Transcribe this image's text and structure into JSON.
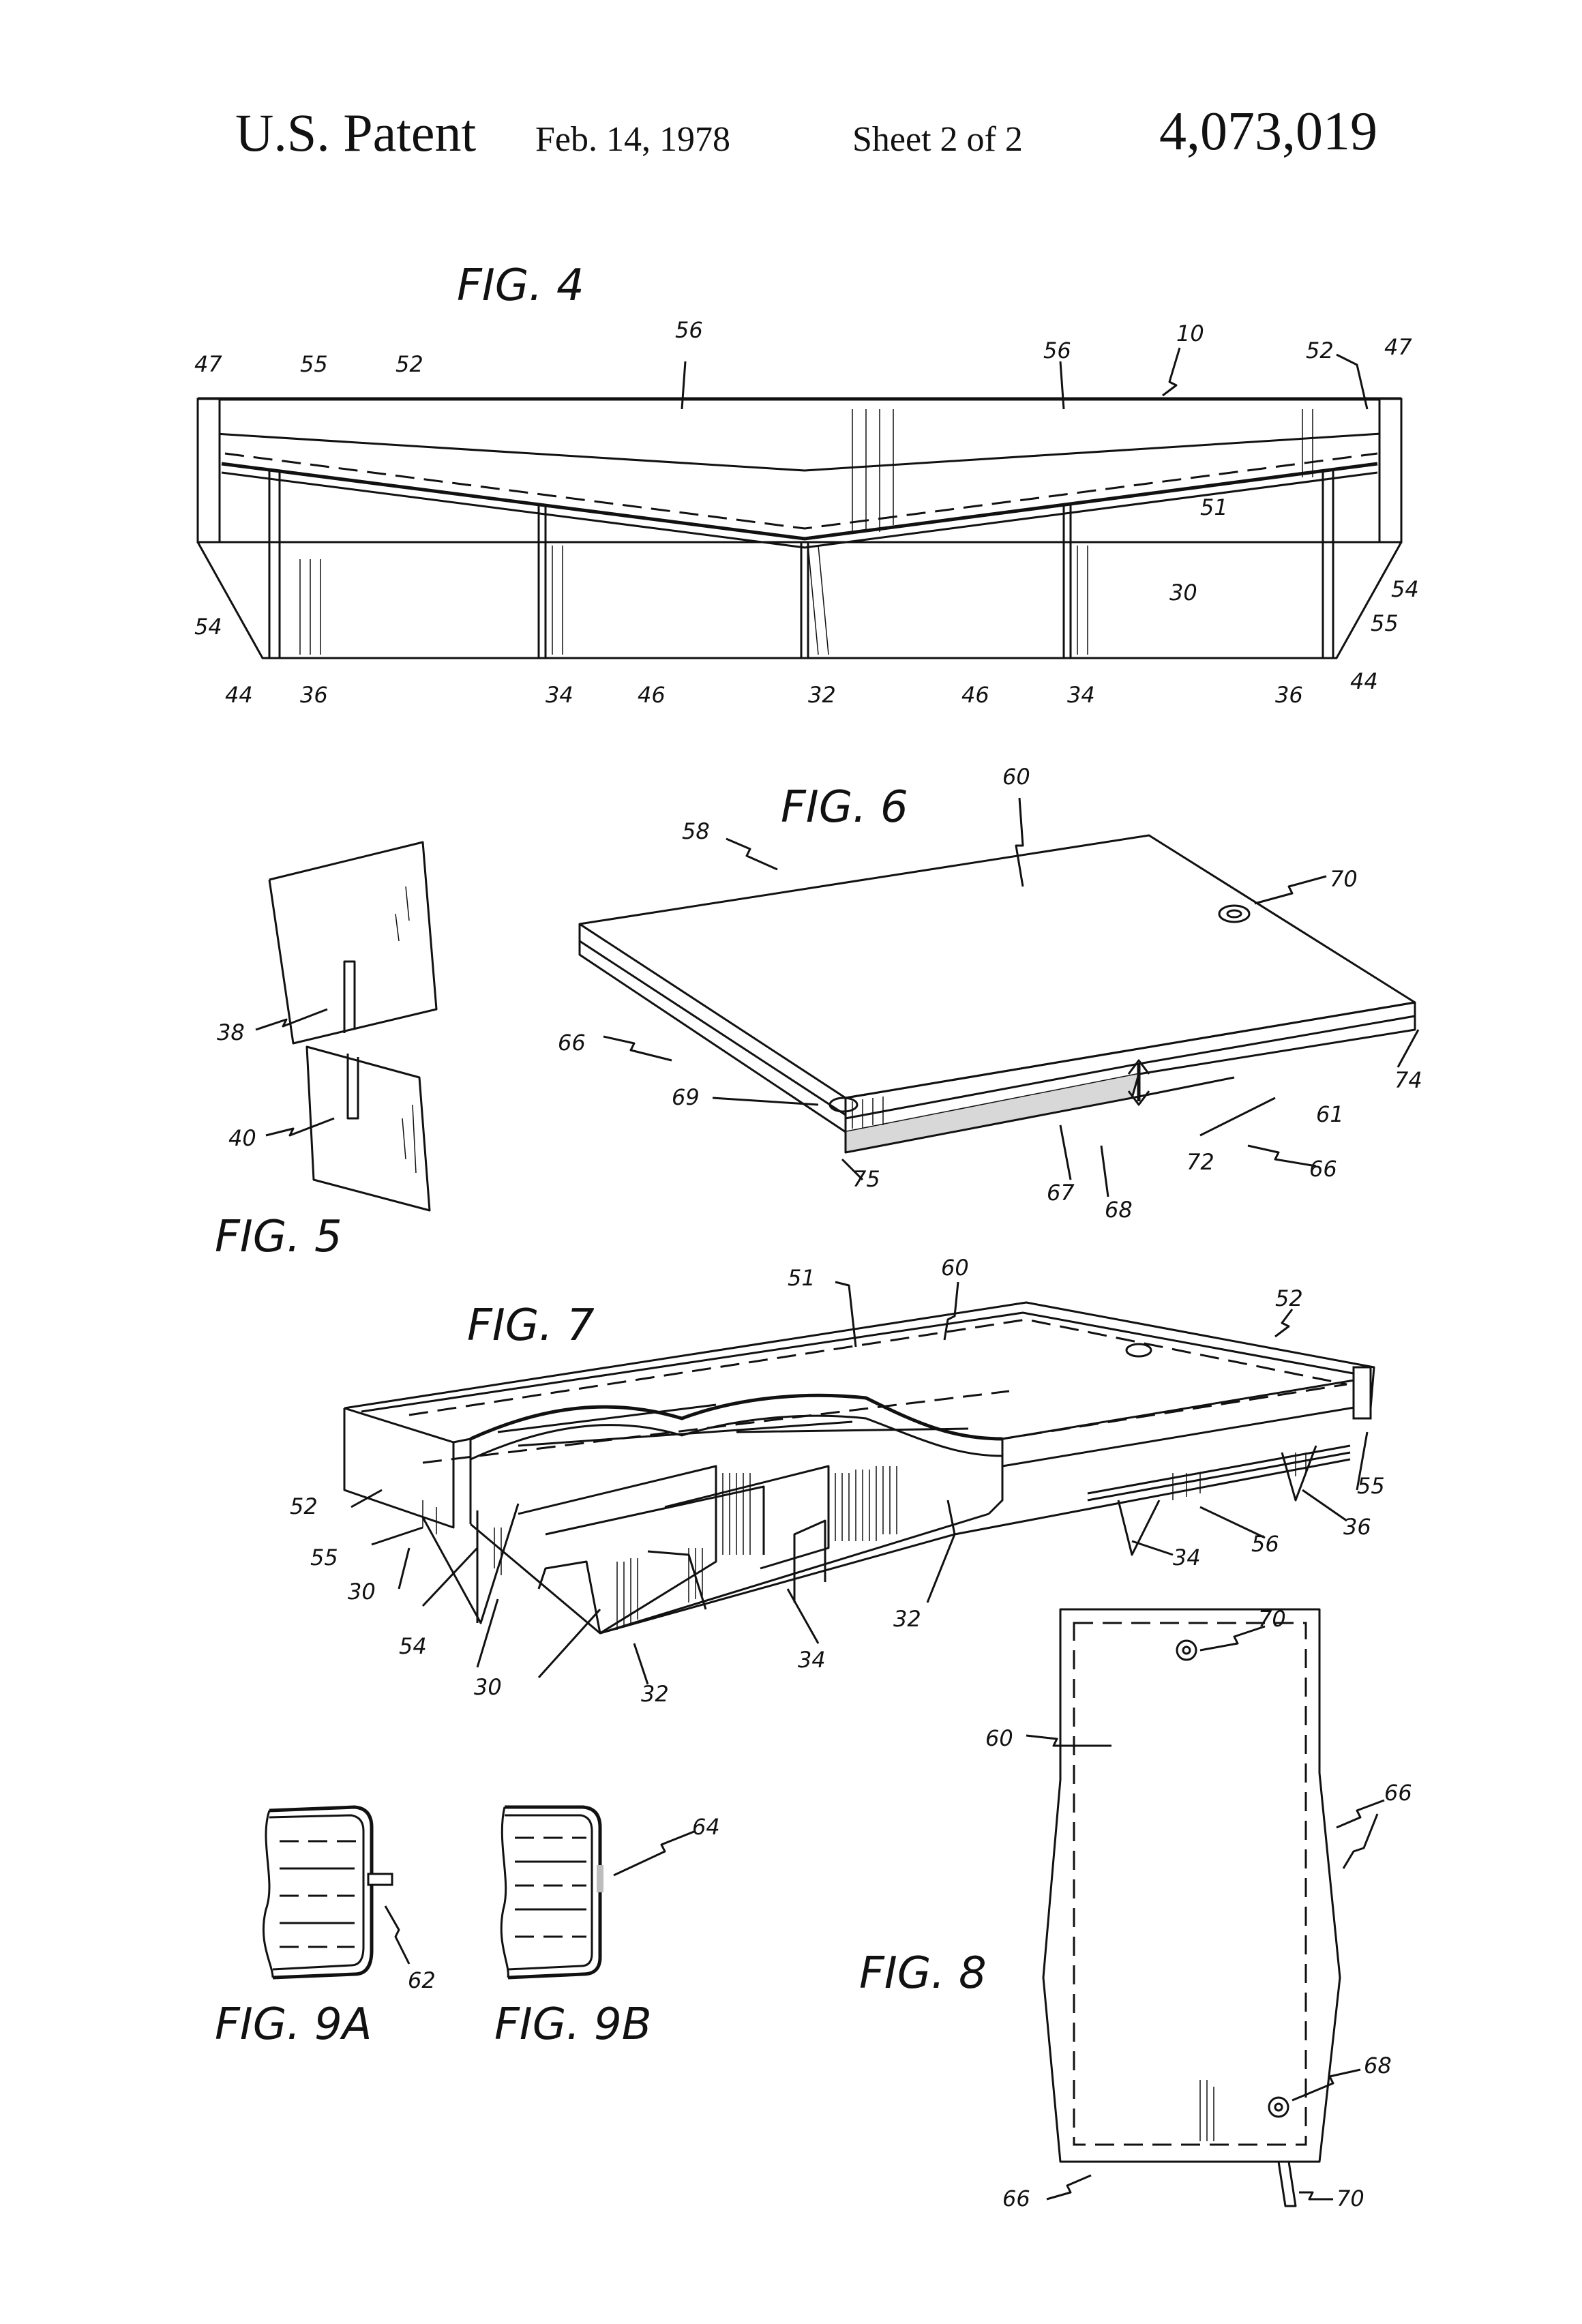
{
  "header": {
    "title": "U.S. Patent",
    "date": "Feb. 14, 1978",
    "sheet": "Sheet 2 of 2",
    "number": "4,073,019"
  },
  "figures": {
    "fig4": {
      "label": "FIG. 4",
      "refs": [
        "10",
        "47",
        "55",
        "52",
        "56",
        "56",
        "52",
        "47",
        "51",
        "30",
        "54",
        "54",
        "55",
        "44",
        "36",
        "34",
        "46",
        "32",
        "46",
        "34",
        "36",
        "44"
      ]
    },
    "fig5": {
      "label": "FIG. 5",
      "refs": [
        "38",
        "40"
      ]
    },
    "fig6": {
      "label": "FIG. 6",
      "refs": [
        "60",
        "58",
        "70",
        "66",
        "74",
        "69",
        "61",
        "72",
        "66",
        "75",
        "67",
        "68"
      ]
    },
    "fig7": {
      "label": "FIG. 7",
      "refs": [
        "51",
        "60",
        "52",
        "52",
        "55",
        "55",
        "30",
        "56",
        "36",
        "54",
        "34",
        "30",
        "32",
        "32",
        "34"
      ]
    },
    "fig8": {
      "label": "FIG. 8",
      "refs": [
        "70",
        "60",
        "66",
        "68",
        "66",
        "70"
      ]
    },
    "fig9a": {
      "label": "FIG. 9A",
      "refs": [
        "62"
      ]
    },
    "fig9b": {
      "label": "FIG. 9B",
      "refs": [
        "64"
      ]
    }
  }
}
